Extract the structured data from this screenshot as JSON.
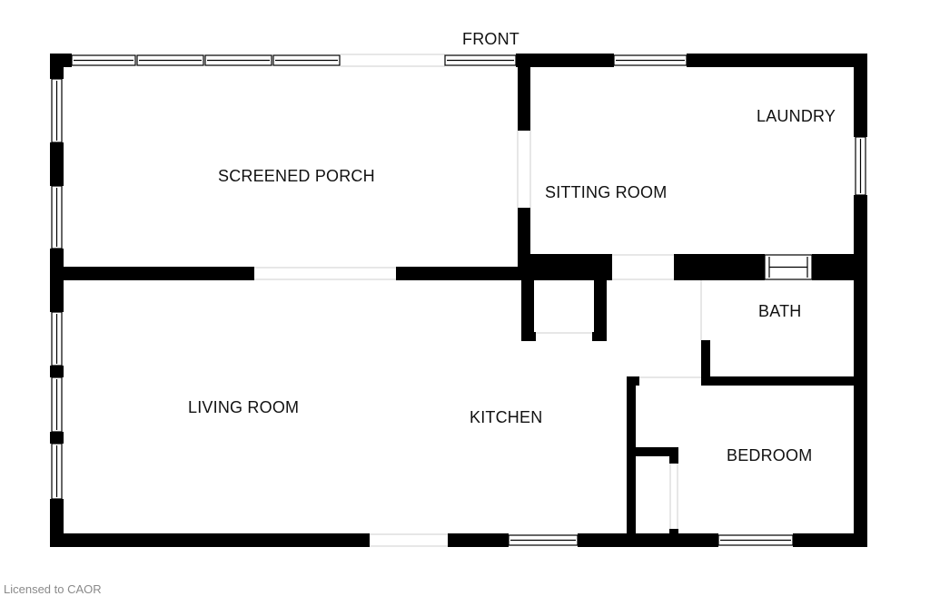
{
  "plan": {
    "orientation_label": "FRONT",
    "rooms": {
      "screened_porch": "SCREENED PORCH",
      "sitting_room": "SITTING ROOM",
      "laundry": "LAUNDRY",
      "bath": "BATH",
      "living_room": "LIVING ROOM",
      "kitchen": "KITCHEN",
      "bedroom": "BEDROOM"
    },
    "wall_color": "#000000",
    "background_color": "#ffffff"
  },
  "footer": {
    "license": "Licensed to CAOR"
  }
}
